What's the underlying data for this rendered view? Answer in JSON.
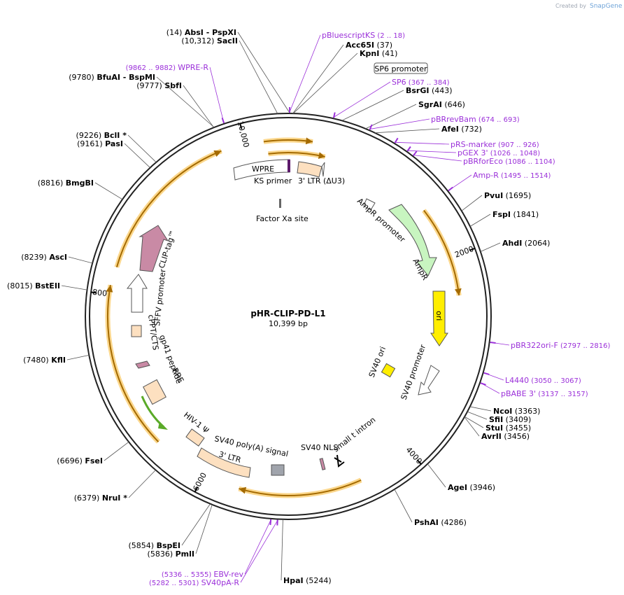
{
  "credit": {
    "prefix": "Created by",
    "brand": "SnapGene"
  },
  "plasmid": {
    "name": "pHR-CLIP-PD-L1",
    "size_label": "10,399 bp"
  },
  "ticks": [
    {
      "label": "2000",
      "angle": 70
    },
    {
      "label": "4000",
      "angle": 138
    },
    {
      "label": "6000",
      "angle": 208
    },
    {
      "label": "8000",
      "angle": 277
    },
    {
      "label": "10,000",
      "angle": 346
    }
  ],
  "enzymes": [
    {
      "pos": "(14)",
      "name": "AbsI",
      "extra": "- PspXI",
      "angle": 0.5
    },
    {
      "pos": "(10,312)",
      "name": "SacII",
      "extra": "",
      "angle": 357
    },
    {
      "pos": "",
      "name": "Acc65I",
      "extra": "(37)",
      "angle": 1.3
    },
    {
      "pos": "",
      "name": "KpnI",
      "extra": "(41)",
      "angle": 1.4
    },
    {
      "pos": "",
      "name": "BsrGI",
      "extra": "(443)",
      "angle": 15.3
    },
    {
      "pos": "",
      "name": "SgrAI",
      "extra": "(646)",
      "angle": 22.4
    },
    {
      "pos": "",
      "name": "AfeI",
      "extra": "(732)",
      "angle": 25.3
    },
    {
      "pos": "",
      "name": "PvuI",
      "extra": "(1695)",
      "angle": 58.7
    },
    {
      "pos": "",
      "name": "FspI",
      "extra": "(1841)",
      "angle": 63.7
    },
    {
      "pos": "",
      "name": "AhdI",
      "extra": "(2064)",
      "angle": 71.4
    },
    {
      "pos": "",
      "name": "NcoI",
      "extra": "(3363)",
      "angle": 116.4
    },
    {
      "pos": "",
      "name": "SfiI",
      "extra": "(3409)",
      "angle": 118
    },
    {
      "pos": "",
      "name": "StuI",
      "extra": "(3455)",
      "angle": 119.6
    },
    {
      "pos": "",
      "name": "AvrII",
      "extra": "(3456)",
      "angle": 119.7
    },
    {
      "pos": "",
      "name": "AgeI",
      "extra": "(3946)",
      "angle": 136.6
    },
    {
      "pos": "",
      "name": "PshAI",
      "extra": "(4286)",
      "angle": 148.4
    },
    {
      "pos": "",
      "name": "HpaI",
      "extra": "(5244)",
      "angle": 181.5
    },
    {
      "pos": "(5836)",
      "name": "PmlI",
      "extra": "",
      "angle": 202
    },
    {
      "pos": "(5854)",
      "name": "BspEI",
      "extra": "",
      "angle": 202.6
    },
    {
      "pos": "(6379)",
      "name": "NruI",
      "extra": "*",
      "angle": 220.8
    },
    {
      "pos": "(6696)",
      "name": "FseI",
      "extra": "",
      "angle": 231.8
    },
    {
      "pos": "(7480)",
      "name": "KflI",
      "extra": "",
      "angle": 259
    },
    {
      "pos": "(8015)",
      "name": "BstEII",
      "extra": "",
      "angle": 277.5
    },
    {
      "pos": "(8239)",
      "name": "AscI",
      "extra": "",
      "angle": 285.2
    },
    {
      "pos": "(8816)",
      "name": "BmgBI",
      "extra": "",
      "angle": 305.2
    },
    {
      "pos": "(9161)",
      "name": "PasI",
      "extra": "",
      "angle": 317.1
    },
    {
      "pos": "(9226)",
      "name": "BclI",
      "extra": "*",
      "angle": 319.4
    },
    {
      "pos": "(9777)",
      "name": "SbfI",
      "extra": "",
      "angle": 338.5
    },
    {
      "pos": "(9780)",
      "name": "BfuAI",
      "extra": "- BspMI",
      "angle": 338.6
    }
  ],
  "primers": [
    {
      "name": "pBluescriptKS",
      "coords": "(2 .. 18)",
      "angle": 0.4,
      "side": "right"
    },
    {
      "name": "WPRE-R",
      "coords": "(9862 .. 9882)",
      "angle": 341.6,
      "side": "left"
    },
    {
      "name": "SP6",
      "coords": "(367 .. 384)",
      "angle": 12.9,
      "side": "right"
    },
    {
      "name": "pBRrevBam",
      "coords": "(674 .. 693)",
      "angle": 23.6,
      "side": "right"
    },
    {
      "name": "pRS-marker",
      "coords": "(907 .. 926)",
      "angle": 31.6,
      "side": "right"
    },
    {
      "name": "pGEX 3'",
      "coords": "(1026 .. 1048)",
      "angle": 35.8,
      "side": "right"
    },
    {
      "name": "pBRforEco",
      "coords": "(1086 .. 1104)",
      "angle": 37.9,
      "side": "right"
    },
    {
      "name": "Amp-R",
      "coords": "(1495 .. 1514)",
      "angle": 51.9,
      "side": "right"
    },
    {
      "name": "pBR322ori-F",
      "coords": "(2797 .. 2816)",
      "angle": 97.3,
      "side": "right"
    },
    {
      "name": "L4440",
      "coords": "(3050 .. 3067)",
      "angle": 106.1,
      "side": "right"
    },
    {
      "name": "pBABE 3'",
      "coords": "(3137 .. 3157)",
      "angle": 109.1,
      "side": "right"
    },
    {
      "name": "EBV-rev",
      "coords": "(5336 .. 5355)",
      "angle": 184.9,
      "side": "left"
    },
    {
      "name": "SV40pA-R",
      "coords": "(5282 .. 5301)",
      "angle": 183.0,
      "side": "left"
    }
  ],
  "features": {
    "sp6_promoter": "SP6 promoter",
    "wpre": "WPRE",
    "ks_primer": "KS primer",
    "ltr3": "3' LTR (ΔU3)",
    "factor_xa": "Factor Xa site",
    "ampr_promoter": "AmpR promoter",
    "ampr": "AmpR",
    "ori": "ori",
    "sv40_ori": "SV40 ori",
    "sv40_promoter": "SV40 promoter",
    "sv40_nls": "SV40 NLS",
    "small_t": "small t intron",
    "sv40_polya": "SV40 poly(A) signal",
    "ltr3b": "3' LTR",
    "hiv_psi": "HIV-1 Ψ",
    "rre": "RRE",
    "gp41": "gp41 peptide",
    "cppt": "cPPT/CTS",
    "sffv": "SFFV promoter",
    "clip": "CLIP-tag™"
  },
  "colors": {
    "orf": "#f5a623",
    "orf_halo": "#fbd78c",
    "ampr": "#c8f5c0",
    "ori": "#ffee00",
    "ltr": "#fde0c0",
    "clip": "#c98aa5",
    "green": "#5aaa28",
    "purple": "#9b30d9"
  }
}
